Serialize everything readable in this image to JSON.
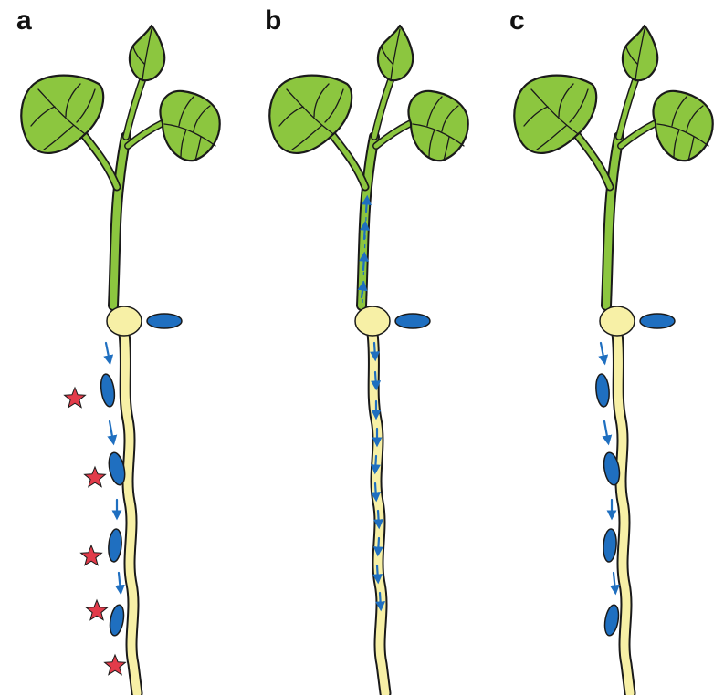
{
  "panels": [
    {
      "label": "a",
      "scenario": "stars"
    },
    {
      "label": "b",
      "scenario": "internal"
    },
    {
      "label": "c",
      "scenario": "external"
    }
  ],
  "colors": {
    "leaf_fill": "#8cc63f",
    "stem_fill": "#8cc63f",
    "root_fill": "#f7f0a6",
    "seed_fill": "#f7f0a6",
    "blue": "#1f6fc0",
    "star": "#e23b4a",
    "outline": "#1a1a1a"
  }
}
